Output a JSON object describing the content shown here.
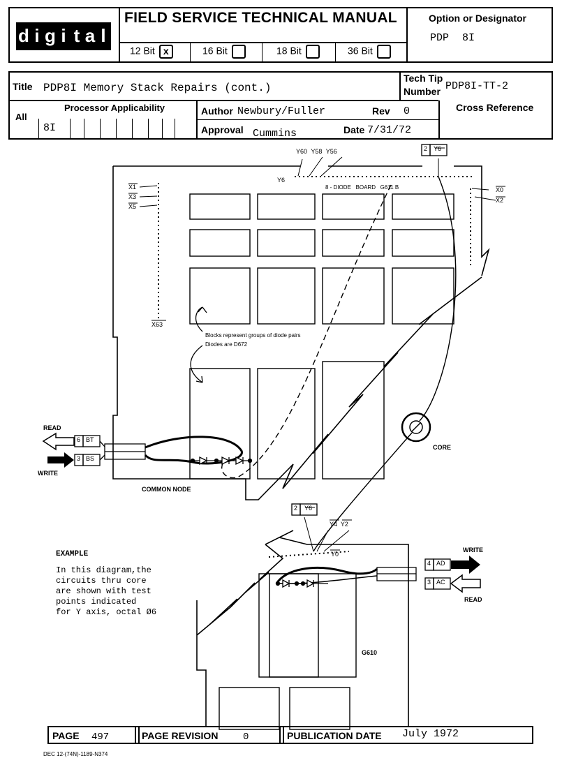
{
  "header": {
    "logo_letters": [
      "d",
      "i",
      "g",
      "i",
      "t",
      "a",
      "l"
    ],
    "manual_title": "FIELD SERVICE TECHNICAL MANUAL",
    "bit_options": [
      {
        "label": "12 Bit",
        "mark": "x"
      },
      {
        "label": "16 Bit",
        "mark": ""
      },
      {
        "label": "18 Bit",
        "mark": ""
      },
      {
        "label": "36 Bit",
        "mark": ""
      }
    ],
    "option_label": "Option or Designator",
    "option_value": "PDP 8I"
  },
  "info": {
    "title_label": "Title",
    "title_value": "PDP8I Memory Stack Repairs (cont.)",
    "tech_tip_label": "Tech Tip",
    "number_label": "Number",
    "tech_tip_value": "PDP8I-TT-2",
    "all_label": "All",
    "processor_label": "Processor Applicability",
    "processor_value": "8I",
    "author_label": "Author",
    "author_value": "Newbury/Fuller",
    "rev_label": "Rev",
    "rev_value": "0",
    "approval_label": "Approval",
    "approval_value": "Cummins",
    "date_label": "Date",
    "date_value": "7/31/72",
    "cross_ref_label": "Cross Reference"
  },
  "diagram": {
    "top_y_labels": "Y60  Y58  Y56",
    "y6_num": "2",
    "y6_sig": "Y6",
    "y6_left": "Y6",
    "x_left": [
      "X1",
      "X3",
      "X5"
    ],
    "x63": "X63",
    "x_right": [
      "X0",
      "X2"
    ],
    "board_label": "8 - DIODE   BOARD   G611 B",
    "note_line1": "Blocks represent groups of diode pairs",
    "note_line2": "Diodes are D672",
    "read_label": "READ",
    "write_label": "WRITE",
    "bt_num": "6",
    "bt_sig": "BT",
    "bs_num": "3",
    "bs_sig": "BS",
    "common_node": "COMMON NODE",
    "core_label": "CORE",
    "bottom_y6_num": "2",
    "bottom_y6_sig": "Y6",
    "y4_y2": "Y4  Y2",
    "y0": "Y0",
    "write_right": "WRITE",
    "read_right": "READ",
    "ad_num": "4",
    "ad_sig": "AD",
    "ac_num": "3",
    "ac_sig": "AC",
    "g610": "G610",
    "example_title": "EXAMPLE",
    "example_lines": [
      "In this diagram,the",
      "circuits thru core",
      "are shown with test",
      "points indicated",
      "for Y axis, octal Ø6"
    ]
  },
  "footer": {
    "page_label": "PAGE",
    "page_value": "497",
    "revision_label": "PAGE REVISION",
    "revision_value": "0",
    "pub_label": "PUBLICATION DATE",
    "pub_value": "July 1972",
    "doc_code": "DEC 12-(74N)-1189-N374"
  }
}
